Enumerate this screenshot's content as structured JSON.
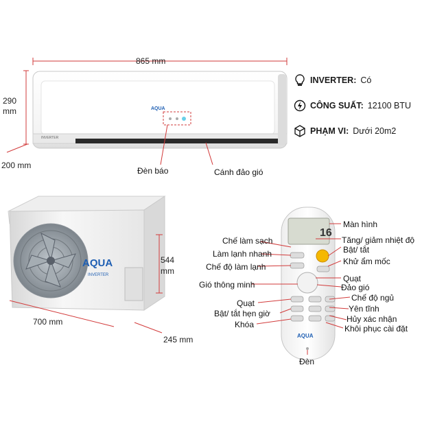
{
  "indoor": {
    "width": "865 mm",
    "height": "290\nmm",
    "height_l1": "290",
    "height_l2": "mm",
    "depth": "200 mm",
    "brand": "AQUA",
    "model_tag": "INVERTER",
    "label_indicator": "Đèn báo",
    "label_louver": "Cánh đảo gió"
  },
  "specs": [
    {
      "key": "INVERTER:",
      "value": "Có",
      "icon": "bulb-icon"
    },
    {
      "key": "CÔNG SUẤT:",
      "value": "12100 BTU",
      "icon": "power-icon"
    },
    {
      "key": "PHẠM VI:",
      "value": "Dưới 20m2",
      "icon": "box-icon"
    }
  ],
  "outdoor": {
    "width": "700 mm",
    "height_l1": "544",
    "height_l2": "mm",
    "depth": "245 mm",
    "brand": "AQUA",
    "model_tag": "INVERTER"
  },
  "remote": {
    "brand": "AQUA",
    "display_value": "16",
    "labels_left": [
      "Chế làm sạch",
      "Làm lạnh nhanh",
      "Chế độ làm lạnh",
      "Gió thông minh",
      "Quạt",
      "Bật/ tắt hẹn giờ",
      "Khóa"
    ],
    "labels_right": [
      "Màn hình",
      "Tăng/ giảm nhiệt độ",
      "Bật/ tắt",
      "Khử ẩm mốc",
      "Quạt",
      "Đảo gió",
      "Chế độ ngủ",
      "Yên tĩnh",
      "Hủy xác nhận",
      "Khôi phục cài đặt"
    ],
    "label_bottom": "Đèn"
  },
  "colors": {
    "accent_red": "#d23a3a",
    "brand_blue": "#1f5fb3"
  }
}
